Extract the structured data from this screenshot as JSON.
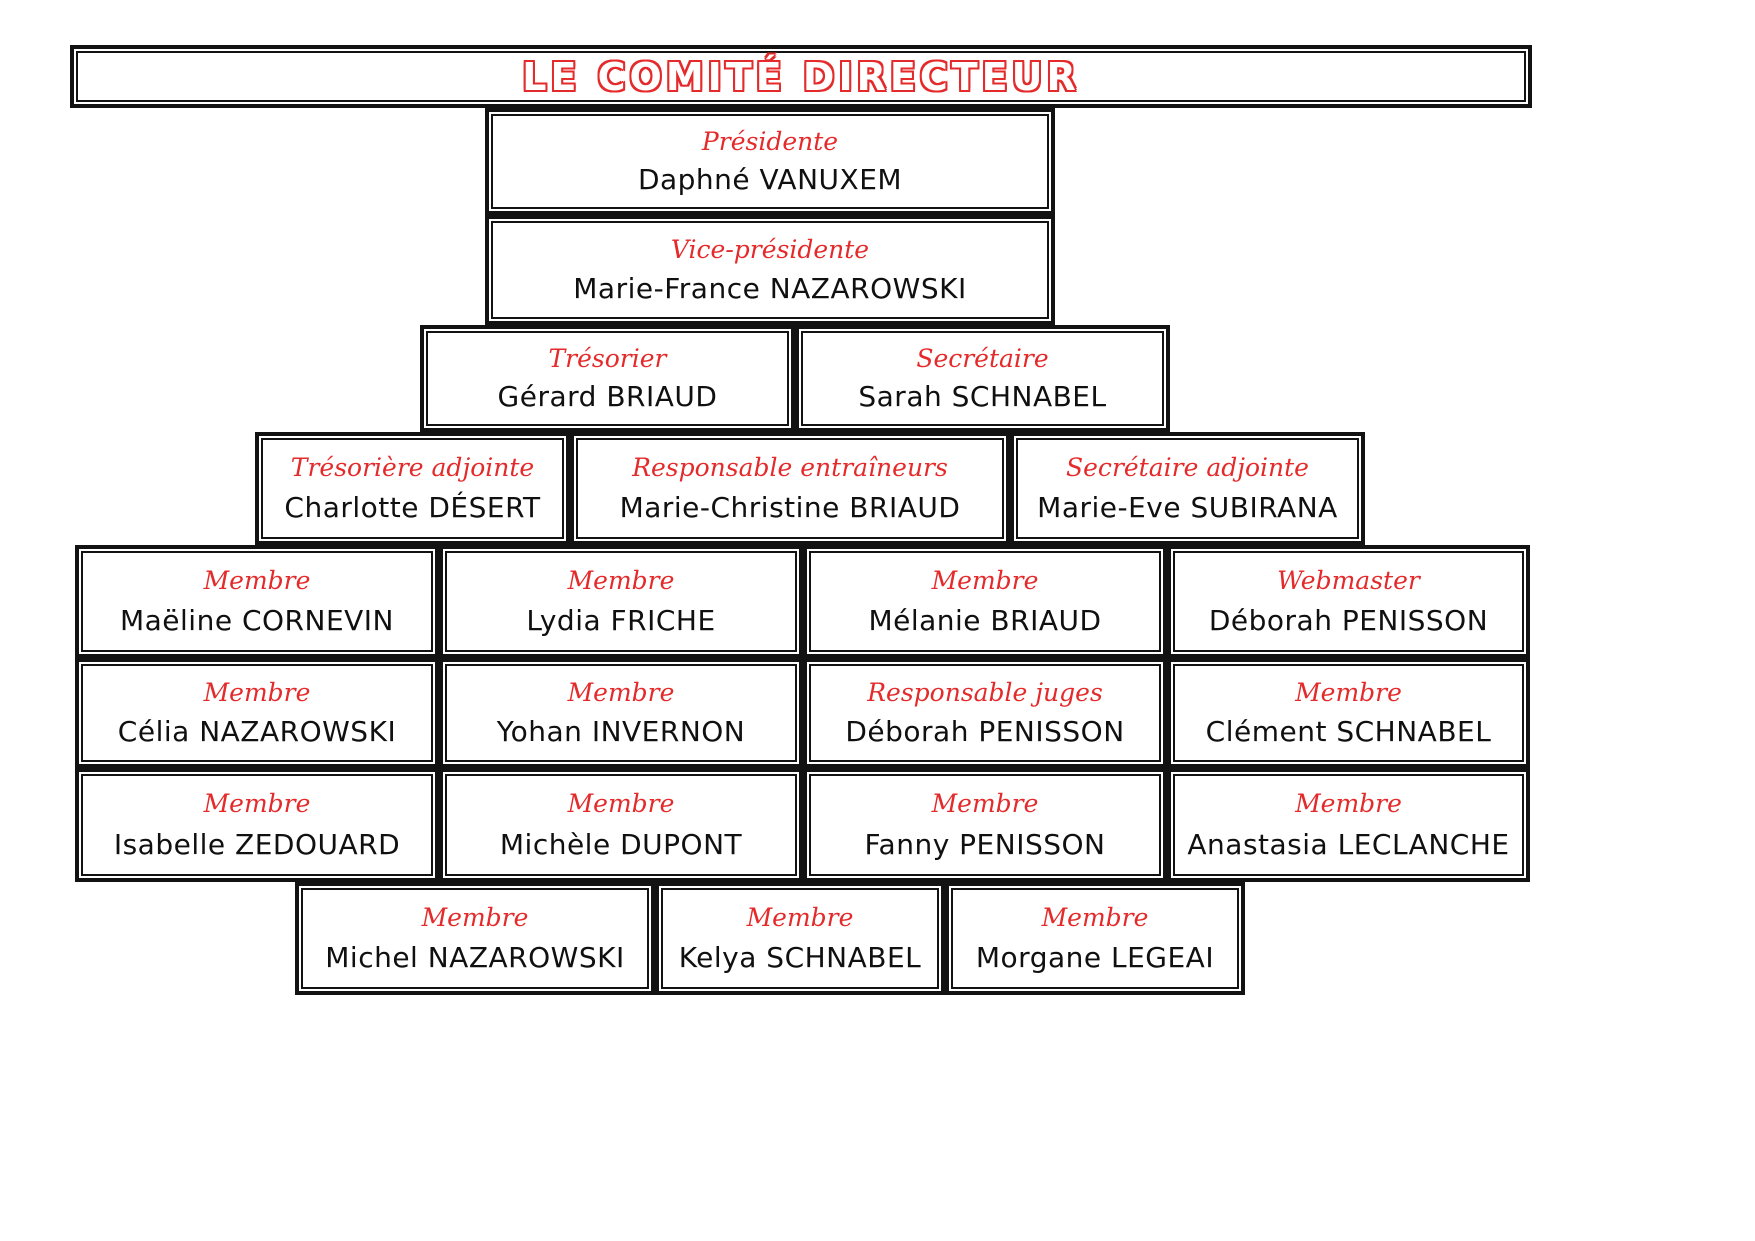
{
  "banner": {
    "title": "LE COMITÉ DIRECTEUR"
  },
  "colors": {
    "accent_red": "#e42a2a",
    "line_black": "#121212",
    "background": "#ffffff"
  },
  "org": {
    "rows": [
      {
        "cells": [
          {
            "role": "Présidente",
            "name": "Daphné VANUXEM"
          }
        ]
      },
      {
        "cells": [
          {
            "role": "Vice-présidente",
            "name": "Marie-France NAZAROWSKI"
          }
        ]
      },
      {
        "cells": [
          {
            "role": "Trésorier",
            "name": "Gérard BRIAUD"
          },
          {
            "role": "Secrétaire",
            "name": "Sarah SCHNABEL"
          }
        ]
      },
      {
        "cells": [
          {
            "role": "Trésorière adjointe",
            "name": "Charlotte DÉSERT"
          },
          {
            "role": "Responsable entraîneurs",
            "name": "Marie-Christine BRIAUD"
          },
          {
            "role": "Secrétaire adjointe",
            "name": "Marie-Eve SUBIRANA"
          }
        ]
      },
      {
        "cells": [
          {
            "role": "Membre",
            "name": "Maëline CORNEVIN"
          },
          {
            "role": "Membre",
            "name": "Lydia FRICHE"
          },
          {
            "role": "Membre",
            "name": "Mélanie BRIAUD"
          },
          {
            "role": "Webmaster",
            "name": "Déborah PENISSON"
          }
        ]
      },
      {
        "cells": [
          {
            "role": "Membre",
            "name": "Célia NAZAROWSKI"
          },
          {
            "role": "Membre",
            "name": "Yohan INVERNON"
          },
          {
            "role": "Responsable juges",
            "name": "Déborah PENISSON"
          },
          {
            "role": "Membre",
            "name": "Clément SCHNABEL"
          }
        ]
      },
      {
        "cells": [
          {
            "role": "Membre",
            "name": "Isabelle ZEDOUARD"
          },
          {
            "role": "Membre",
            "name": "Michèle DUPONT"
          },
          {
            "role": "Membre",
            "name": "Fanny PENISSON"
          },
          {
            "role": "Membre",
            "name": "Anastasia LECLANCHE"
          }
        ]
      },
      {
        "cells": [
          {
            "role": "Membre",
            "name": "Michel NAZAROWSKI"
          },
          {
            "role": "Membre",
            "name": "Kelya SCHNABEL"
          },
          {
            "role": "Membre",
            "name": "Morgane LEGEAI"
          }
        ]
      }
    ]
  }
}
